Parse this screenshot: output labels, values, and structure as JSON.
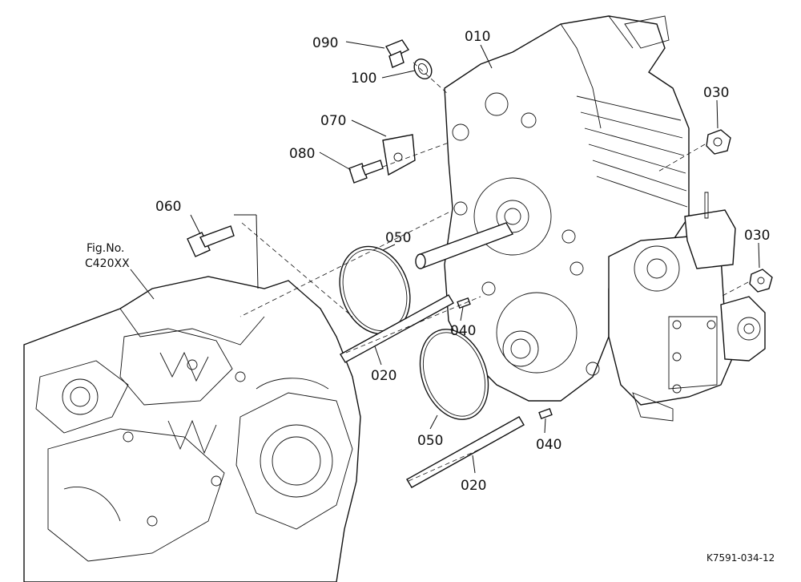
{
  "figure_ref": {
    "line1": "Fig.No.",
    "line2": "C420XX"
  },
  "drawing_code": "K7591-034-12",
  "callouts": [
    {
      "id": "c090",
      "label": "090"
    },
    {
      "id": "c100",
      "label": "100"
    },
    {
      "id": "c010",
      "label": "010"
    },
    {
      "id": "c070",
      "label": "070"
    },
    {
      "id": "c080",
      "label": "080"
    },
    {
      "id": "c030a",
      "label": "030"
    },
    {
      "id": "c030b",
      "label": "030"
    },
    {
      "id": "c060",
      "label": "060"
    },
    {
      "id": "c050a",
      "label": "050"
    },
    {
      "id": "c040a",
      "label": "040"
    },
    {
      "id": "c020a",
      "label": "020"
    },
    {
      "id": "c050b",
      "label": "050"
    },
    {
      "id": "c040b",
      "label": "040"
    },
    {
      "id": "c020b",
      "label": "020"
    }
  ]
}
